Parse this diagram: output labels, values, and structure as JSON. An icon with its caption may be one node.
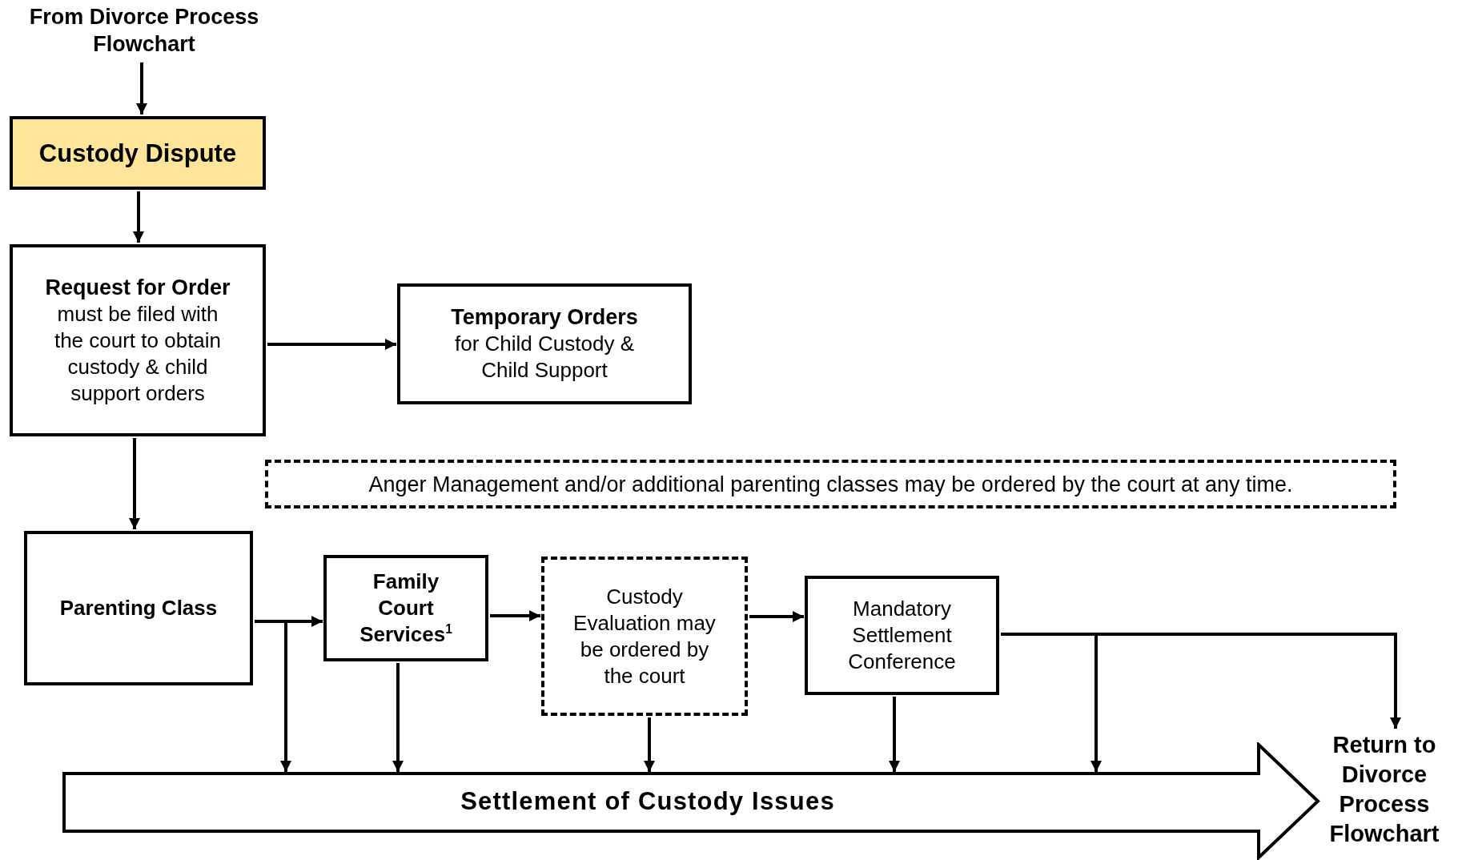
{
  "diagram": {
    "nodes": [
      {
        "text": [
          "From Divorce Process Flowchart"
        ]
      },
      {
        "text": [
          "Custody Dispute"
        ]
      },
      {
        "text": [
          "Request for Order",
          "must be filed with the court to obtain custody & child support orders"
        ]
      },
      {
        "text": [
          "Temporary Orders",
          "for Child Custody & Child Support"
        ]
      },
      {
        "text": [
          "Anger Management and/or additional parenting classes may be ordered by the court at any time."
        ]
      },
      {
        "text": [
          "Parenting Class"
        ]
      },
      {
        "text": [
          "Family Court Services$^{1}$"
        ]
      },
      {
        "text": [
          "Custody Evaluation may be ordered by the court"
        ]
      },
      {
        "text": [
          "Mandatory Settlement Conference"
        ]
      },
      {
        "text": [
          "Settlement of Custody Issues"
        ]
      },
      {
        "text": [
          "Return to Divorce Process Flowchart"
        ]
      }
    ],
    "edges": [
      {
        "from": 0,
        "to": 1,
        "arrow": "to"
      },
      {
        "from": 1,
        "to": 2,
        "arrow": "to"
      },
      {
        "from": 2,
        "to": 3,
        "arrow": "to"
      },
      {
        "from": 2,
        "to": 5,
        "arrow": "to"
      },
      {
        "from": 5,
        "to": 6,
        "arrow": "to"
      },
      {
        "from": 6,
        "to": 7,
        "arrow": "to"
      },
      {
        "from": 7,
        "to": 8,
        "arrow": "to"
      },
      {
        "from": 5,
        "to": 9,
        "arrow": "to"
      },
      {
        "from": 6,
        "to": 9,
        "arrow": "to"
      },
      {
        "from": 7,
        "to": 9,
        "arrow": "to"
      },
      {
        "from": 8,
        "to": 9,
        "arrow": "to"
      },
      {
        "from": 8,
        "to": 9,
        "arrow": "to"
      },
      {
        "from": 8,
        "to": 10,
        "arrow": "to"
      }
    ]
  }
}
